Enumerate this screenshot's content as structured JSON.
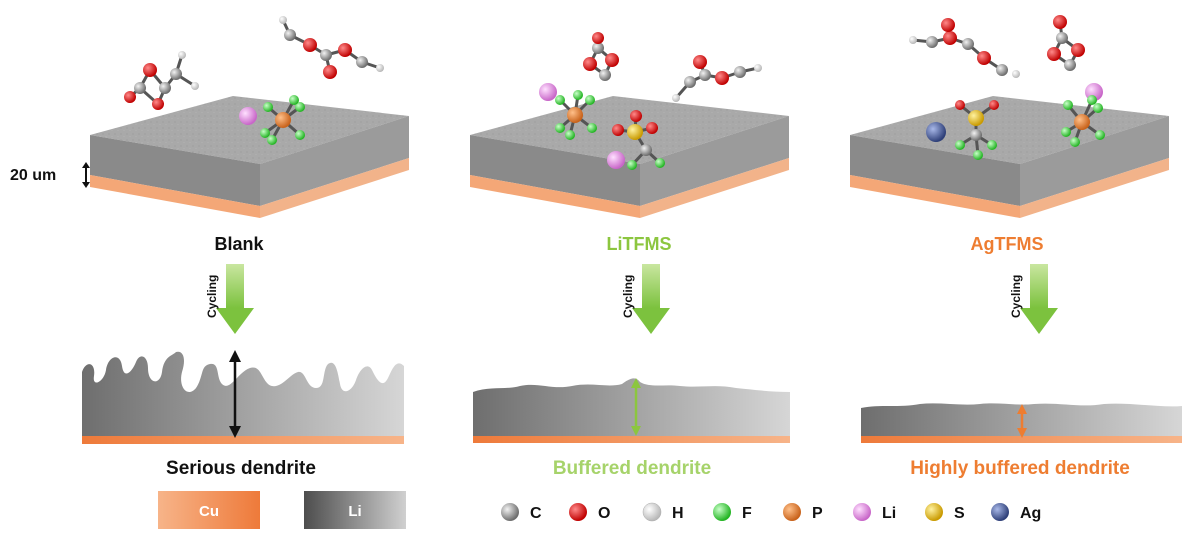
{
  "scale_label": "20 um",
  "panels": [
    {
      "title": "Blank",
      "title_color": "#111111",
      "cycling": "Cycling",
      "result": "Serious dendrite",
      "result_color": "#111111",
      "arrow_color": "#111111"
    },
    {
      "title": "LiTFMS",
      "title_color": "#8cc63f",
      "cycling": "Cycling",
      "result": "Buffered dendrite",
      "result_color": "#a6d36a",
      "arrow_color": "#8cc63f"
    },
    {
      "title": "AgTFMS",
      "title_color": "#ee7d31",
      "cycling": "Cycling",
      "result": "Highly buffered dendrite",
      "result_color": "#ee7d31",
      "arrow_color": "#ee7d31"
    }
  ],
  "legend": {
    "materials": [
      {
        "label": "Cu",
        "color": "#f08a4b"
      },
      {
        "label": "Li",
        "color": "#7a7a7a"
      }
    ],
    "atoms": [
      {
        "label": "C",
        "color": "#8c8c8c"
      },
      {
        "label": "O",
        "color": "#e8191b"
      },
      {
        "label": "H",
        "color": "#e6e6e6"
      },
      {
        "label": "F",
        "color": "#2bd12b"
      },
      {
        "label": "P",
        "color": "#e07b28"
      },
      {
        "label": "Li",
        "color": "#e88ee8"
      },
      {
        "label": "S",
        "color": "#e8c21a"
      },
      {
        "label": "Ag",
        "color": "#4a5f9e"
      }
    ]
  }
}
